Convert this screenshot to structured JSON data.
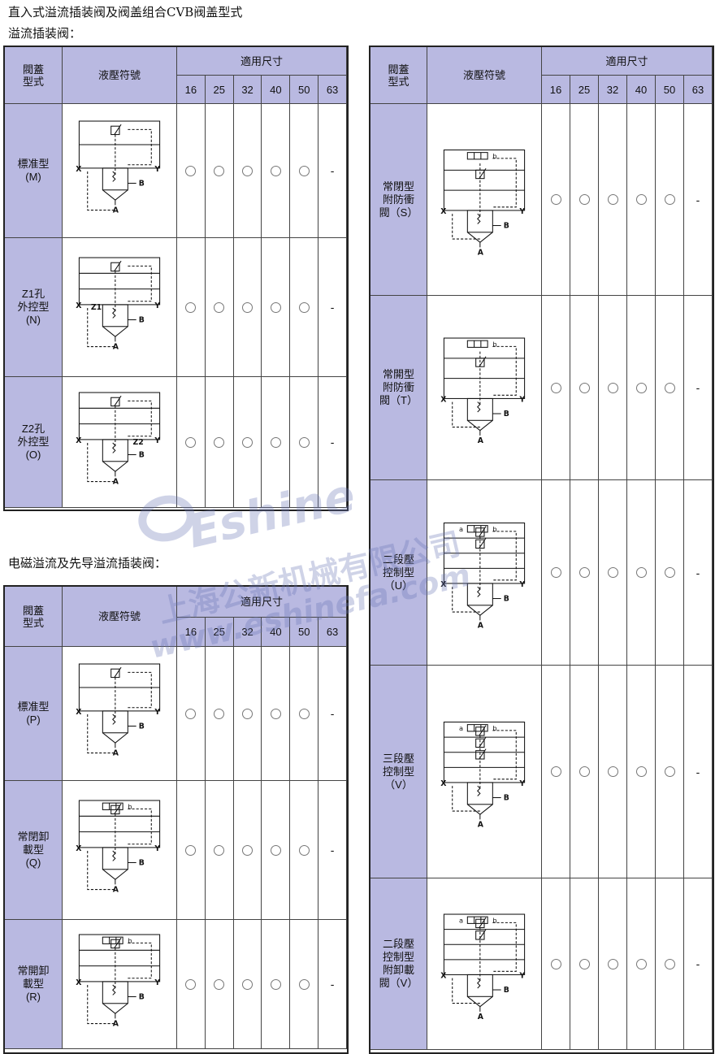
{
  "page": {
    "title": "直入式溢流插装阀及阀盖组合CVB阀盖型式",
    "subtitle": "溢流插装阀：",
    "section2": "电磁溢流及先导溢流插装阀："
  },
  "headers": {
    "type": "閥蓋\n型式",
    "symbol": "液壓符號",
    "sizes_label": "適用尺寸",
    "sizes": [
      "16",
      "25",
      "32",
      "40",
      "50",
      "63"
    ]
  },
  "table_relief": {
    "rows": [
      {
        "type": "標准型\n(M)",
        "avail": [
          "o",
          "o",
          "o",
          "o",
          "o",
          "-"
        ]
      },
      {
        "type": "Z1孔\n外控型\n(N)",
        "avail": [
          "o",
          "o",
          "o",
          "o",
          "o",
          "-"
        ]
      },
      {
        "type": "Z2孔\n外控型\n(O)",
        "avail": [
          "o",
          "o",
          "o",
          "o",
          "o",
          "-"
        ]
      }
    ]
  },
  "table_solenoid": {
    "rows": [
      {
        "type": "標准型\n(P)",
        "avail": [
          "o",
          "o",
          "o",
          "o",
          "o",
          "-"
        ]
      },
      {
        "type": "常閉卸\n載型\n(Q)",
        "avail": [
          "o",
          "o",
          "o",
          "o",
          "o",
          "-"
        ]
      },
      {
        "type": "常開卸\n載型\n(R)",
        "avail": [
          "o",
          "o",
          "o",
          "o",
          "o",
          "-"
        ]
      }
    ]
  },
  "table_right": {
    "rows": [
      {
        "type": "常閉型\n附防衝\n閥（S）",
        "avail": [
          "o",
          "o",
          "o",
          "o",
          "o",
          "-"
        ]
      },
      {
        "type": "常開型\n附防衝\n閥（T）",
        "avail": [
          "o",
          "o",
          "o",
          "o",
          "o",
          "-"
        ]
      },
      {
        "type": "二段壓\n控制型\n（U）",
        "avail": [
          "o",
          "o",
          "o",
          "o",
          "o",
          "-"
        ]
      },
      {
        "type": "三段壓\n控制型\n（V）",
        "avail": [
          "o",
          "o",
          "o",
          "o",
          "o",
          "-"
        ]
      },
      {
        "type": "二段壓\n控制型\n附卸載\n閥（V）",
        "avail": [
          "o",
          "o",
          "o",
          "o",
          "o",
          "-"
        ]
      }
    ]
  },
  "symbol_labels": {
    "x": "X",
    "y": "Y",
    "a": "A",
    "b": "B",
    "z1": "Z1",
    "z2": "Z2",
    "sol_a": "a",
    "sol_b": "b"
  },
  "watermark": {
    "brand": "Eshine",
    "company": "上海公新机械有限公司",
    "url": "www.eshinefa.com"
  },
  "colors": {
    "header_bg": "#b9b9e1",
    "border": "#222222",
    "watermark": "#6b78b8"
  }
}
